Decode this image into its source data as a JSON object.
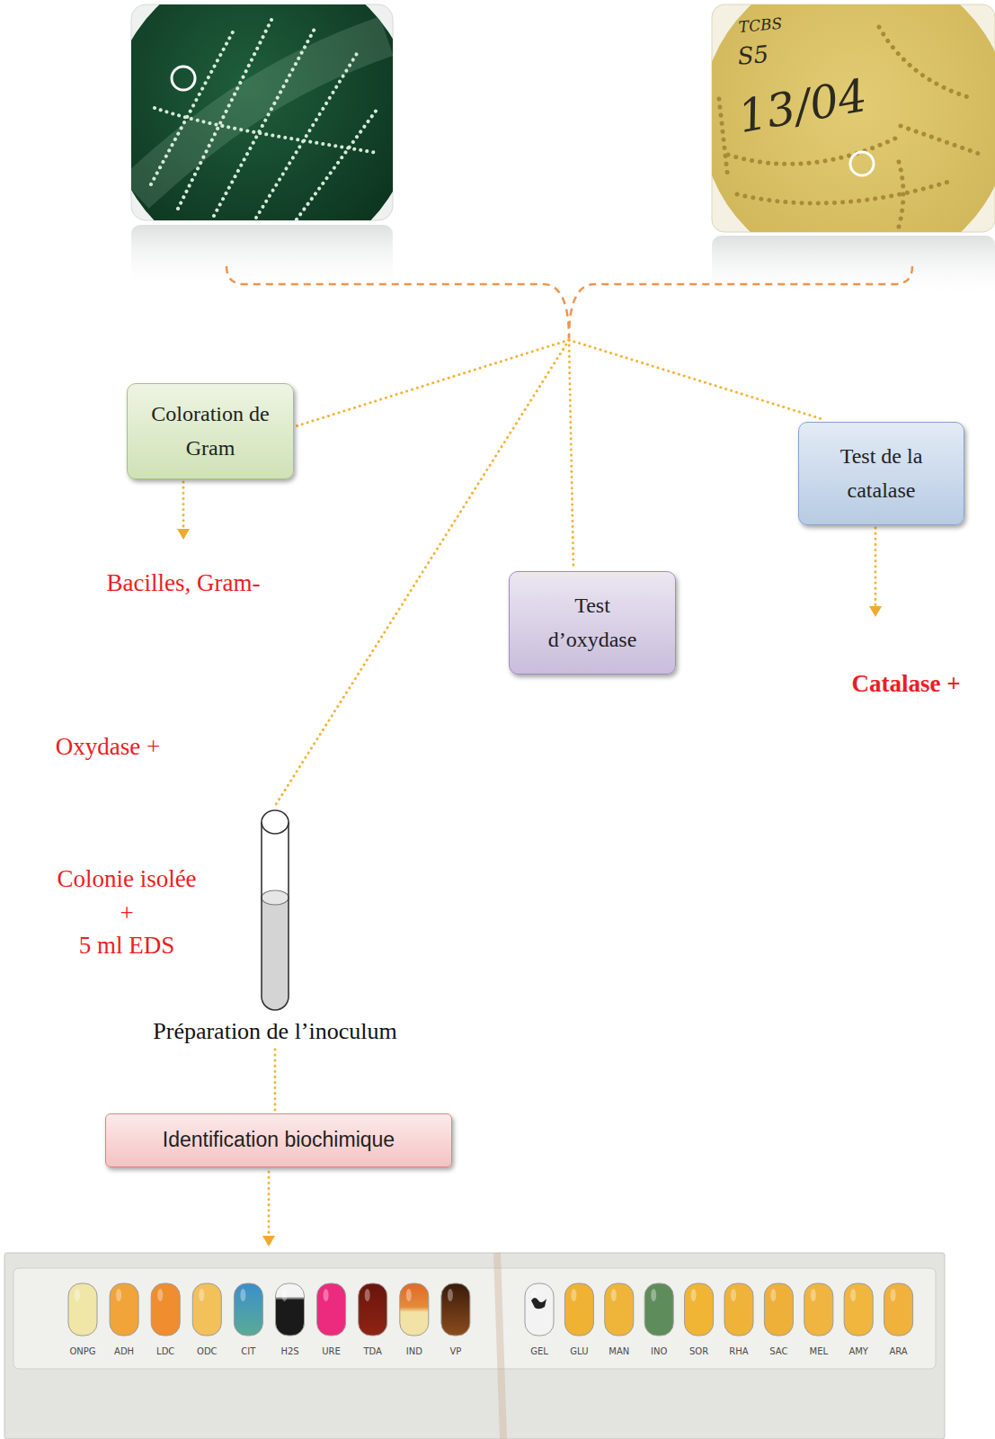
{
  "diagram": {
    "nodes": [
      {
        "text": [
          "Coloration de Gram"
        ]
      },
      {
        "text": [
          "Test de la catalase"
        ]
      },
      {
        "text": [
          "Test d’oxydase"
        ]
      },
      {
        "text": [
          "Préparation de l’inoculum"
        ]
      },
      {
        "text": [
          "Identification biochimique"
        ]
      }
    ],
    "edges": [
      {
        "from": 3,
        "to": 4,
        "arrow": "none"
      }
    ],
    "labels": [
      "TCBS",
      "S5",
      "13/04",
      "Bacilles, Gram-",
      "Catalase +",
      "Oxydase +",
      "Colonie isolée",
      "+",
      "5 ml EDS",
      "ONPG",
      "ADH",
      "LDC",
      "ODC",
      "CIT",
      "H2S",
      "URE",
      "TDA",
      "IND",
      "VP",
      "GEL",
      "GLU",
      "MAN",
      "INO",
      "SOR",
      "RHA",
      "SAC",
      "MEL",
      "AMY",
      "ARA"
    ]
  }
}
